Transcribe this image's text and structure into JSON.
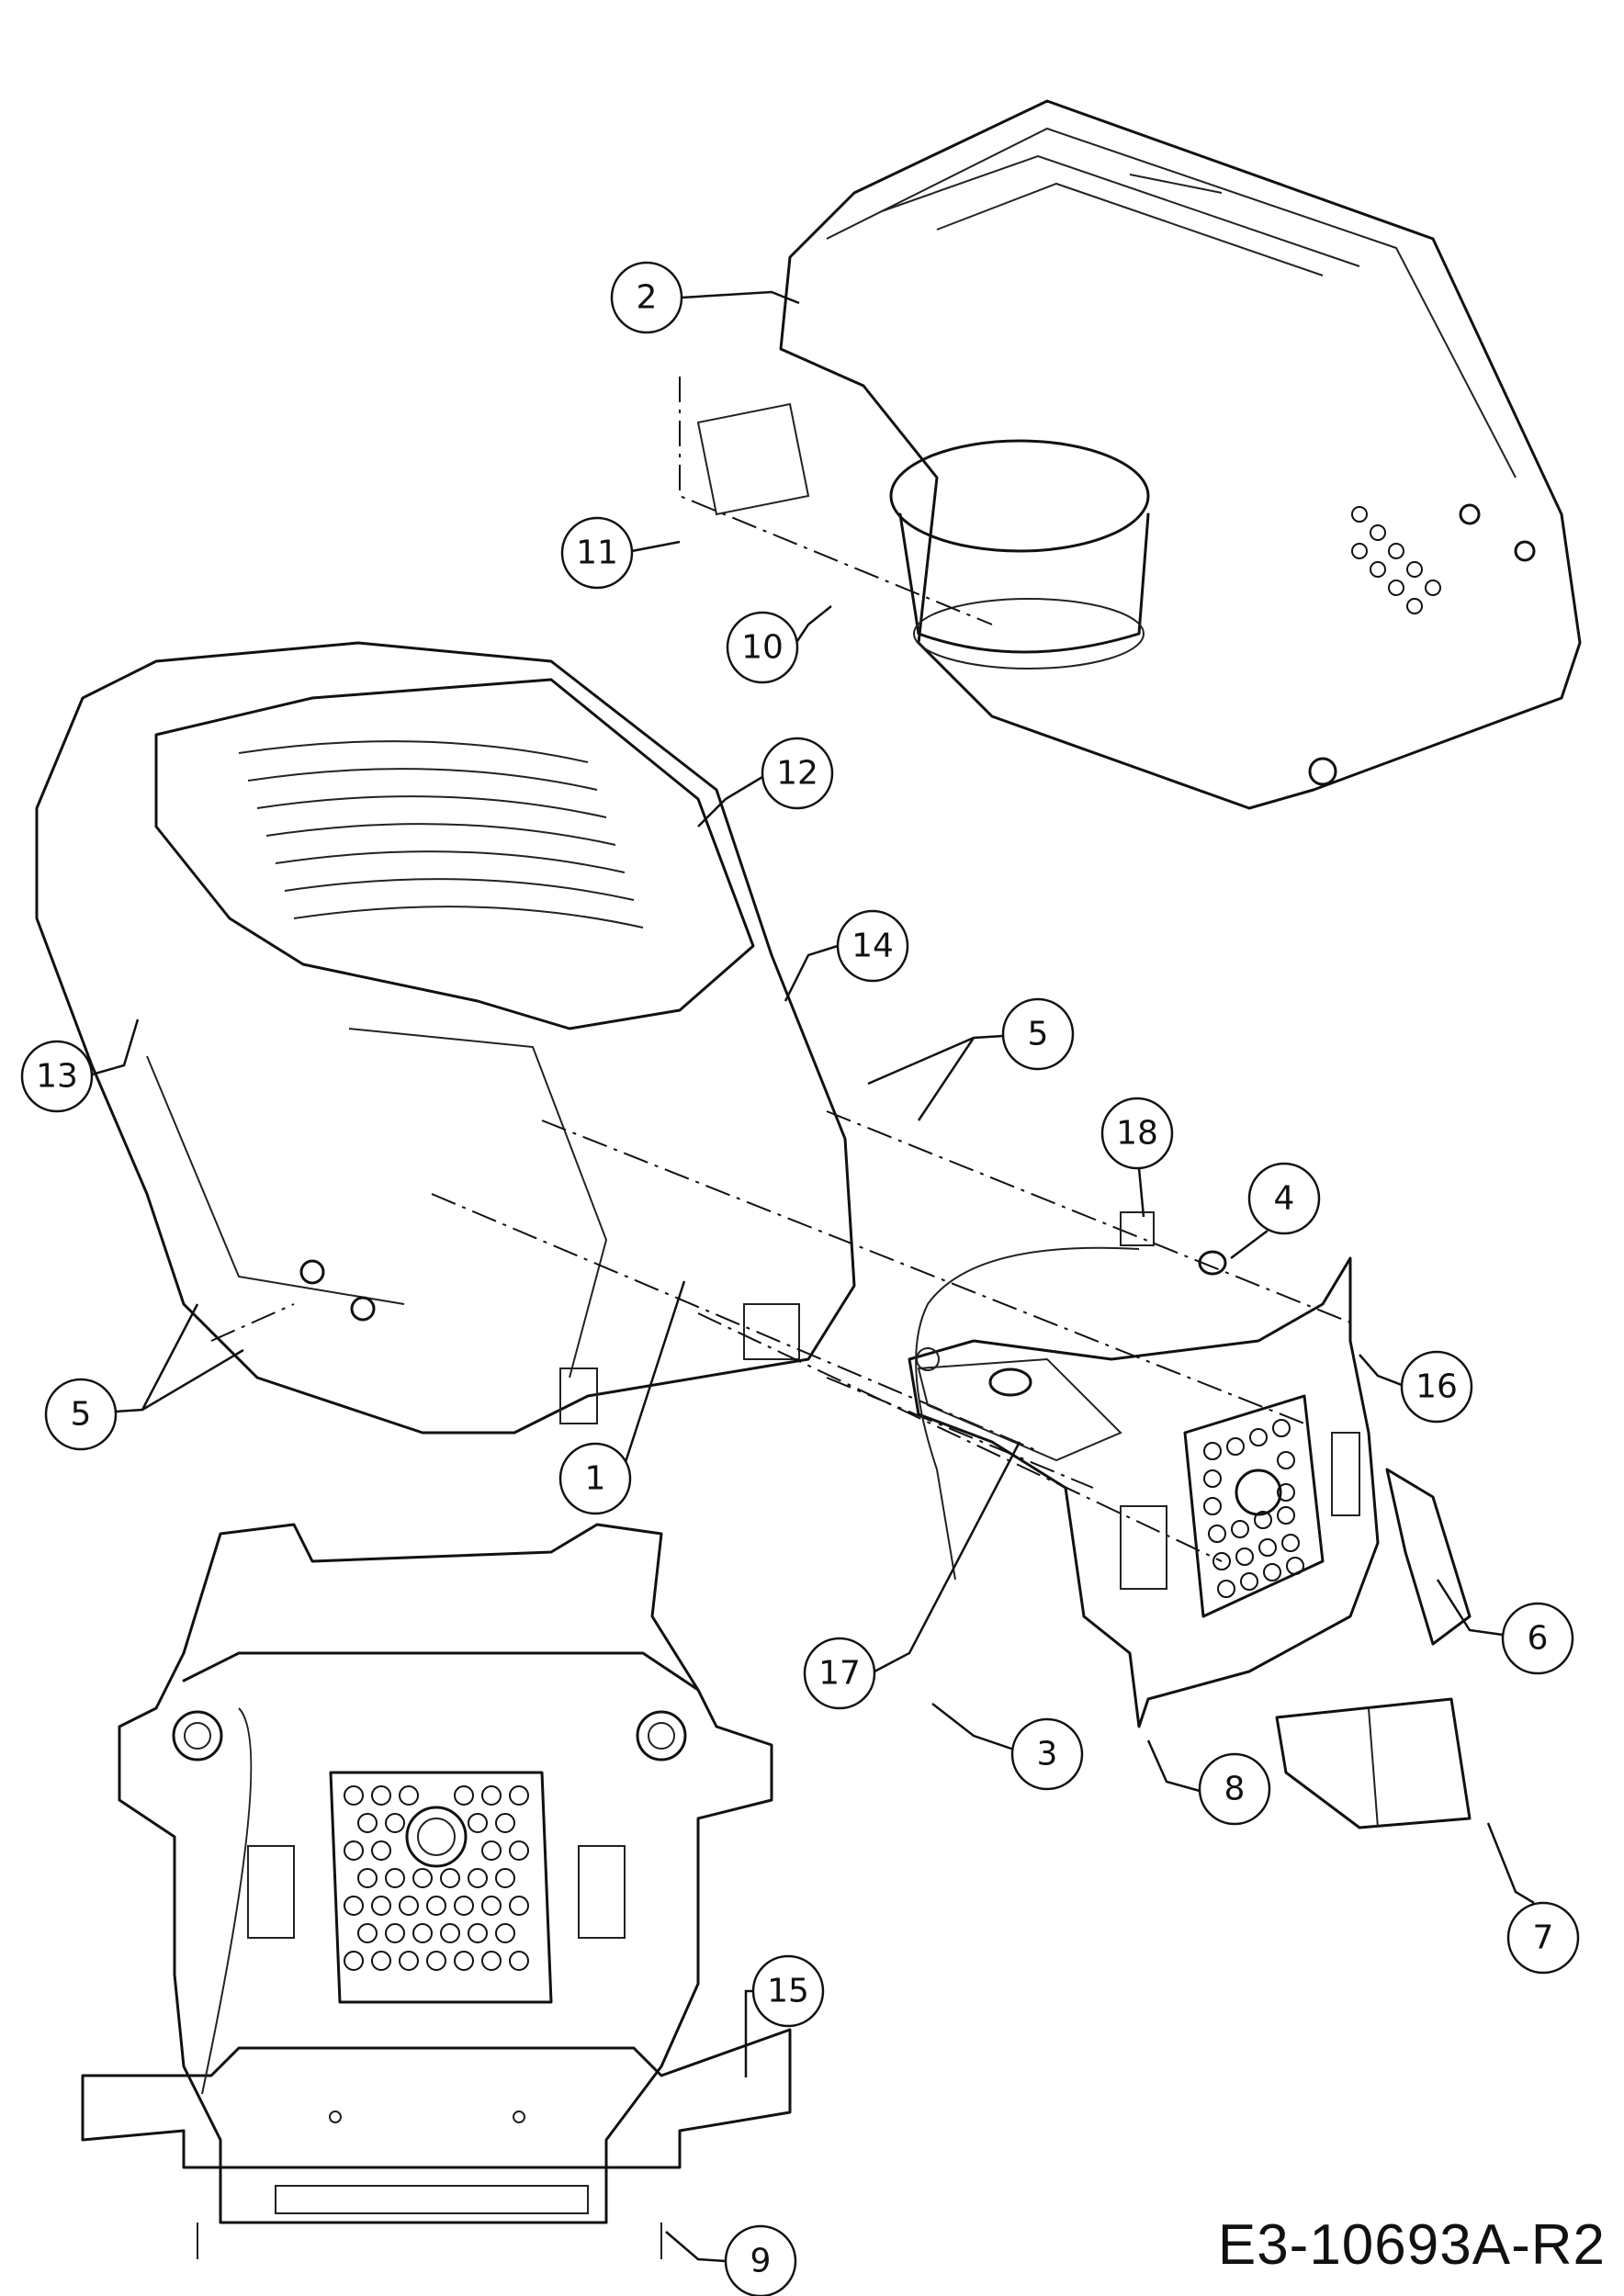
{
  "drawing_code": "E3-10693A-R2",
  "callouts": [
    {
      "label": "1"
    },
    {
      "label": "2"
    },
    {
      "label": "3"
    },
    {
      "label": "4"
    },
    {
      "label": "5"
    },
    {
      "label": "5"
    },
    {
      "label": "6"
    },
    {
      "label": "7"
    },
    {
      "label": "8"
    },
    {
      "label": "9"
    },
    {
      "label": "10"
    },
    {
      "label": "11"
    },
    {
      "label": "12"
    },
    {
      "label": "13"
    },
    {
      "label": "14"
    },
    {
      "label": "15"
    },
    {
      "label": "16"
    },
    {
      "label": "17"
    },
    {
      "label": "18"
    }
  ]
}
